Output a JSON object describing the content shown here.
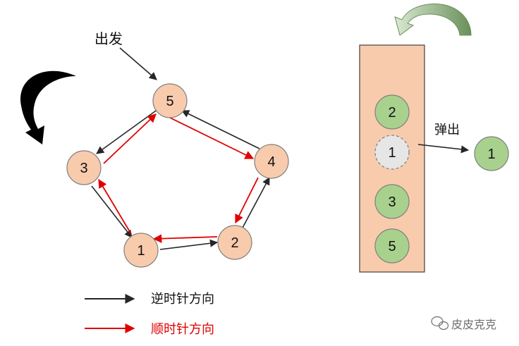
{
  "colors": {
    "node_fill": "#f8cbad",
    "node_stroke": "#7f7f7f",
    "ccw_arrow": "#262626",
    "cw_arrow": "#e00000",
    "stack_fill": "#f8cbad",
    "stack_stroke": "#404040",
    "stack_item_fill": "#a9d18e",
    "popped_fill": "#e6e6e6",
    "curve_arrow_green": "#a9d18e"
  },
  "graph": {
    "start_label": "出发",
    "nodes": [
      {
        "id": "n5",
        "label": "5"
      },
      {
        "id": "n4",
        "label": "4"
      },
      {
        "id": "n3",
        "label": "3"
      },
      {
        "id": "n2",
        "label": "2"
      },
      {
        "id": "n1",
        "label": "1"
      }
    ]
  },
  "stack": {
    "items": [
      "2",
      "1",
      "3",
      "5"
    ],
    "popped_index": 1,
    "pop_label": "弹出",
    "popped_item": "1"
  },
  "legend": {
    "counterclockwise": "逆时针方向",
    "clockwise": "顺时针方向"
  },
  "watermark": {
    "text": "皮皮克克",
    "icon": "wechat-icon"
  }
}
